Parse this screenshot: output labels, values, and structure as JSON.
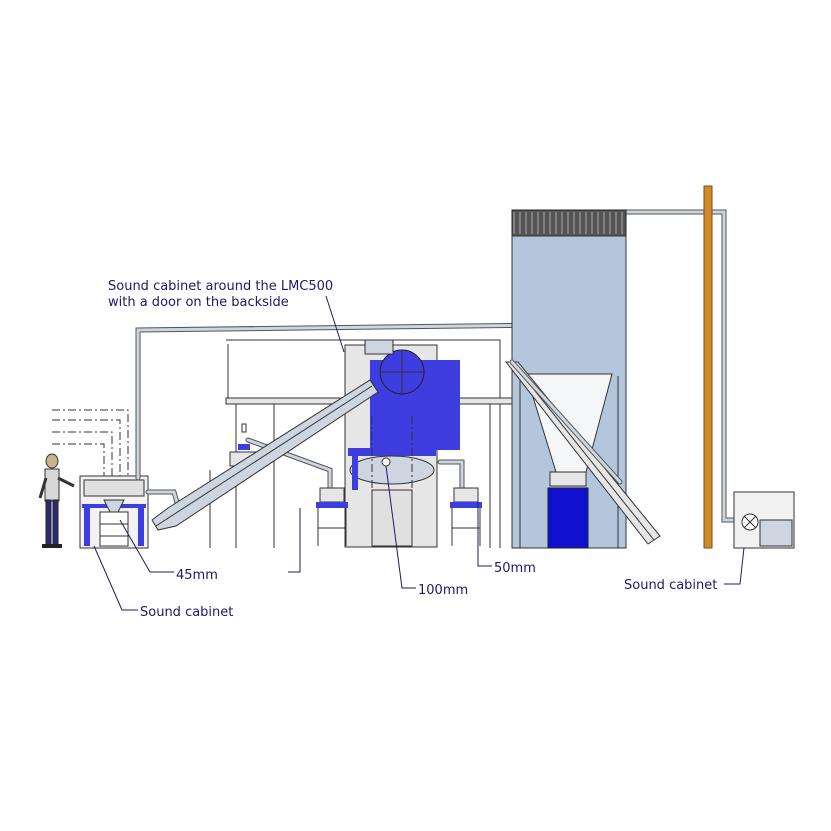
{
  "labels": {
    "sound_cabinet_lmc": "Sound cabinet around the LMC500",
    "door_backside": "with a door on the backside",
    "size_45": "45mm",
    "size_100": "100mm",
    "size_50": "50mm",
    "sound_cabinet_left": "Sound cabinet",
    "sound_cabinet_right": "Sound cabinet"
  },
  "colors": {
    "highlight_blue": "#3d3de0",
    "silo_fill": "#b4c6dc",
    "cabinet_fill": "#e6e6e6",
    "frame_fill": "#cdd6e0",
    "post_orange": "#d08a2a",
    "label_text": "#1a1a6e"
  }
}
